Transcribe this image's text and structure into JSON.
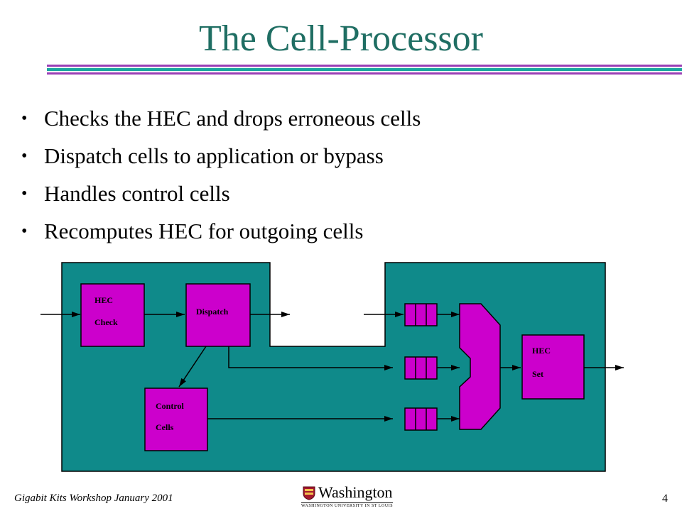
{
  "title": "The Cell-Processor",
  "bullets": [
    "Checks the HEC and drops erroneous cells",
    "Dispatch cells to application or bypass",
    "Handles control cells",
    "Recomputes HEC for outgoing cells"
  ],
  "diagram": {
    "hec_check": [
      "HEC",
      "Check"
    ],
    "dispatch": "Dispatch",
    "control_cells": [
      "Control",
      "Cells"
    ],
    "hec_set": [
      "HEC",
      "Set"
    ]
  },
  "footer": {
    "left": "Gigabit Kits Workshop January 2001",
    "logo_name": "Washington",
    "logo_sub": "WASHINGTON UNIVERSITY IN ST LOUIS",
    "page_number": "4"
  },
  "colors": {
    "title": "#1f6e63",
    "panel": "#0f8a8a",
    "block": "#cc00cc"
  }
}
